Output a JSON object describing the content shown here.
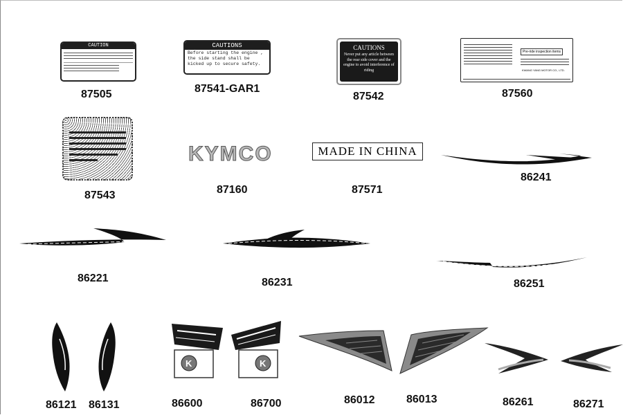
{
  "parts": {
    "p87505": "87505",
    "p87541": "87541-GAR1",
    "p87542": "87542",
    "p87560": "87560",
    "p87543": "87543",
    "p87160": "87160",
    "p87571": "87571",
    "p86241": "86241",
    "p86221": "86221",
    "p86231": "86231",
    "p86251": "86251",
    "p86121": "86121",
    "p86131": "86131",
    "p86600": "86600",
    "p86700": "86700",
    "p86012": "86012",
    "p86013": "86013",
    "p86261": "86261",
    "p86271": "86271"
  },
  "labels": {
    "caution_title": "CAUTION",
    "cautions_title": "CAUTIONS",
    "cautions_text": "Before starting the engine , the side stand shall be kicked up to secure safety.",
    "cautions2_title": "CAUTIONS",
    "cautions2_text": "Never put any article between the rear side cover and the engine to avoid interference of riding",
    "kymco_logo": "KYMCO",
    "made_in_china": "MADE IN CHINA",
    "inspection_box": "Pre-ride inspection items",
    "kwang_yang": "KWANG YANG MOTOR CO., LTD."
  },
  "colors": {
    "ink": "#111111",
    "grey": "#8a8a8a",
    "light_grey": "#c8c8c8"
  }
}
